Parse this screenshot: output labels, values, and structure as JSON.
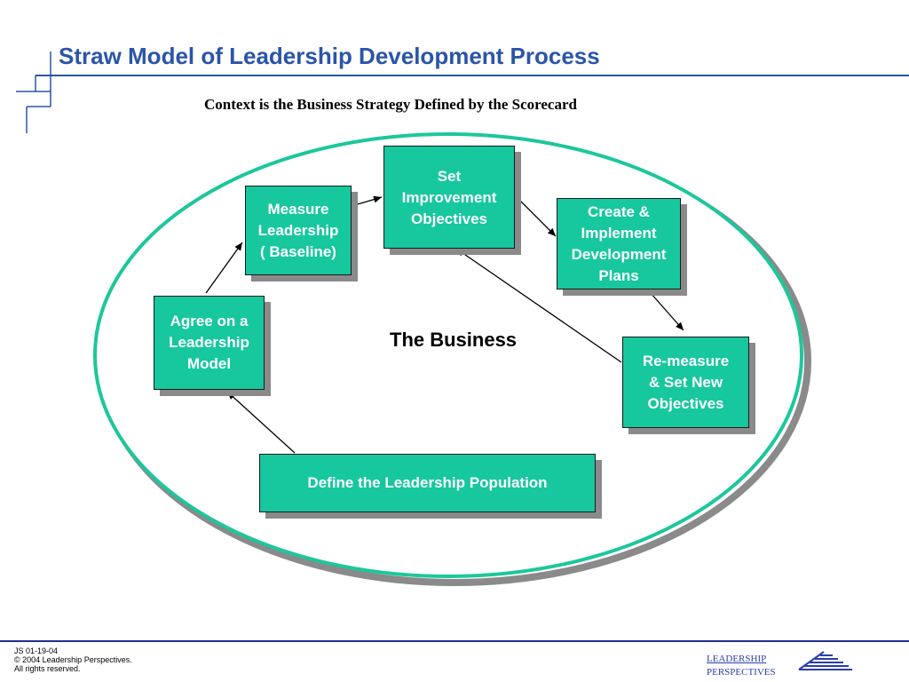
{
  "slide": {
    "title": "Straw Model of Leadership Development Process",
    "subtitle": "Context is the Business Strategy Defined by the Scorecard"
  },
  "diagram": {
    "center_label": "The Business",
    "steps": [
      {
        "id": "measure",
        "lines": [
          "Measure",
          "Leadership",
          "( Baseline)"
        ]
      },
      {
        "id": "set",
        "lines": [
          "Set",
          "Improvement",
          "Objectives"
        ]
      },
      {
        "id": "create",
        "lines": [
          "Create &",
          "Implement",
          "Development",
          "Plans"
        ]
      },
      {
        "id": "agree",
        "lines": [
          "Agree on a",
          "Leadership",
          "Model"
        ]
      },
      {
        "id": "remeasure",
        "lines": [
          "Re-measure",
          "& Set New",
          "Objectives"
        ]
      },
      {
        "id": "define",
        "lines": [
          "Define the Leadership Population"
        ]
      }
    ]
  },
  "footer": {
    "code": "JS 01-19-04",
    "copyright": "© 2004 Leadership Perspectives.",
    "rights": "All rights reserved.",
    "logo_line1": "LEADERSHIP",
    "logo_line2": "PERSPECTIVES"
  },
  "colors": {
    "title": "#2a55a8",
    "box_fill": "#17c79e",
    "ellipse": "#1cc79b",
    "shadow": "#8a8a8a",
    "rule": "#1f2f8f"
  }
}
